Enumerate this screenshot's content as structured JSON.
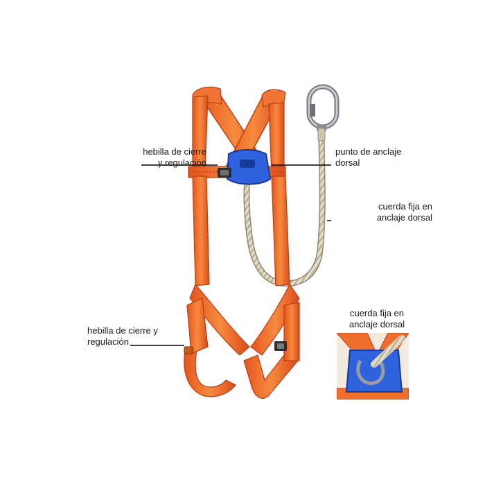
{
  "labels": {
    "buckle_top": {
      "line1": "hebilla de cierre",
      "line2": "y regulación"
    },
    "anchor": {
      "line1": "punto de anclaje",
      "line2": "dorsal"
    },
    "rope": {
      "line1": "cuerda fija en",
      "line2": "anclaje dorsal"
    },
    "buckle_leg": {
      "line1": "hebilla de cierre y",
      "line2": "regulación"
    },
    "inset": {
      "line1": "cuerda fija en",
      "line2": "anclaje dorsal"
    }
  },
  "colors": {
    "strap": "#f06a2c",
    "strap_dark": "#c8441a",
    "strap_stripe": "#b33c12",
    "plate": "#2a5bd6",
    "plate_dark": "#173a96",
    "rope": "#e2dcc7",
    "rope_dark": "#a8a08a",
    "metal": "#8d8f94",
    "buckle": "#3a3a3a"
  }
}
